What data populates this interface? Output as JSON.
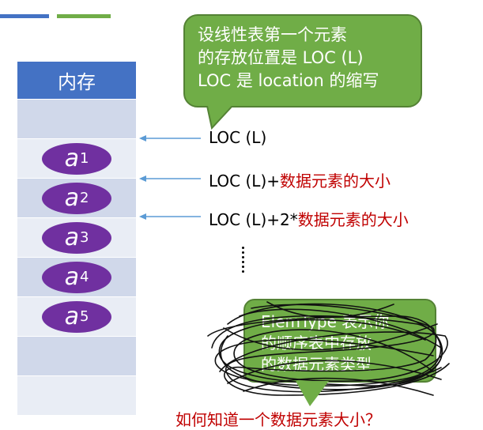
{
  "memory": {
    "header": "内存",
    "elements": [
      {
        "base": "a",
        "sub": "1"
      },
      {
        "base": "a",
        "sub": "2"
      },
      {
        "base": "a",
        "sub": "3"
      },
      {
        "base": "a",
        "sub": "4"
      },
      {
        "base": "a",
        "sub": "5"
      }
    ]
  },
  "callout": {
    "line1": "设线性表第一个元素",
    "line2": "的存放位置是 LOC (L)",
    "line3": "LOC 是 location 的缩写"
  },
  "labels": [
    {
      "prefix": "LOC (L)",
      "suffix": ""
    },
    {
      "prefix": "LOC (L)+",
      "suffix": "数据元素的大小"
    },
    {
      "prefix": "LOC (L)+2*",
      "suffix": "数据元素的大小"
    }
  ],
  "bottom_box": {
    "line1": "ElemType 表示你",
    "line2": "的顺序表中存放",
    "line3": "的数据元素类型"
  },
  "bottom_text": "如何知道一个数据元素大小？",
  "colors": {
    "blue": "#4472c4",
    "green": "#70ad47",
    "purple": "#7030a0",
    "red": "#c00000",
    "arrow": "#5b9bd5"
  }
}
